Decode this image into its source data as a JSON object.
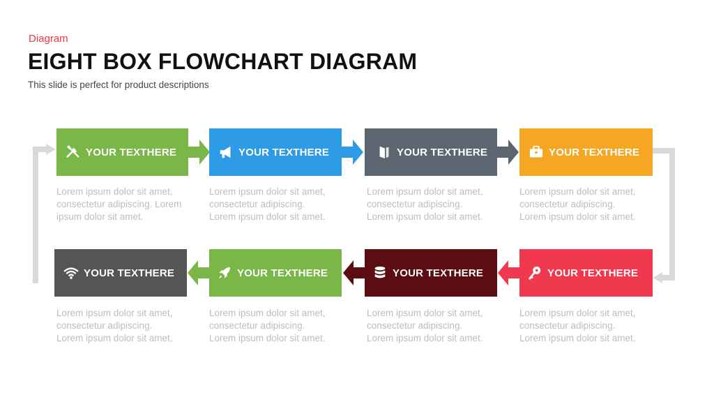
{
  "header": {
    "eyebrow": "Diagram",
    "title": "EIGHT BOX FLOWCHART DIAGRAM",
    "subtitle": "This slide is perfect for product descriptions"
  },
  "boxes": [
    {
      "label": "YOUR TEXTHERE",
      "icon": "tools-icon",
      "color": "#7ab648",
      "desc": [
        "Lorem ipsum dolor sit amet,",
        "consectetur adipiscing. Lorem",
        "ipsum dolor sit amet."
      ]
    },
    {
      "label": "YOUR TEXTHERE",
      "icon": "megaphone-icon",
      "color": "#2d9be6",
      "desc": [
        "Lorem ipsum dolor sit amet,",
        "consectetur adipiscing.",
        "Lorem ipsum dolor sit amet."
      ]
    },
    {
      "label": "YOUR TEXTHERE",
      "icon": "book-icon",
      "color": "#5b6670",
      "desc": [
        "Lorem ipsum dolor sit amet,",
        "consectetur adipiscing.",
        "Lorem ipsum dolor sit amet."
      ]
    },
    {
      "label": "YOUR TEXTHERE",
      "icon": "briefcase-icon",
      "color": "#f5a623",
      "desc": [
        "Lorem ipsum dolor sit amet,",
        "consectetur adipiscing.",
        "Lorem ipsum dolor sit amet."
      ]
    },
    {
      "label": "YOUR TEXTHERE",
      "icon": "key-icon",
      "color": "#f0394f",
      "desc": [
        "Lorem ipsum dolor sit amet,",
        "consectetur adipiscing.",
        "Lorem ipsum dolor sit amet."
      ]
    },
    {
      "label": "YOUR TEXTHERE",
      "icon": "database-icon",
      "color": "#5c0d12",
      "desc": [
        "Lorem ipsum dolor sit amet,",
        "consectetur adipiscing.",
        "Lorem ipsum dolor sit amet."
      ]
    },
    {
      "label": "YOUR TEXTHERE",
      "icon": "rocket-icon",
      "color": "#7ab648",
      "desc": [
        "Lorem ipsum dolor sit amet,",
        "consectetur adipiscing.",
        "Lorem ipsum dolor sit amet."
      ]
    },
    {
      "label": "YOUR TEXTHERE",
      "icon": "wifi-icon",
      "color": "#555555",
      "desc": [
        "Lorem ipsum dolor sit amet,",
        "consectetur adipiscing.",
        "Lorem ipsum dolor sit amet."
      ]
    }
  ],
  "connector_color": "#d9d9d9"
}
